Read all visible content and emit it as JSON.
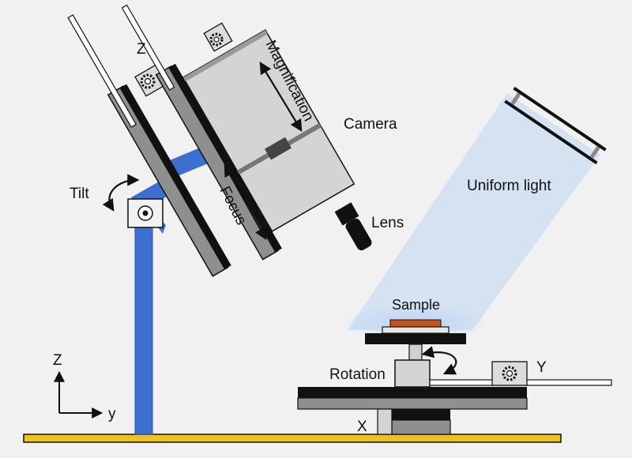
{
  "labels": {
    "z_top": "Z",
    "magnification": "Magnification",
    "camera": "Camera",
    "tilt": "Tilt",
    "focus": "Focus",
    "lens": "Lens",
    "uniform_light": "Uniform light",
    "sample": "Sample",
    "rotation": "Rotation",
    "y_stage": "Y",
    "x_stage": "X",
    "axis_z": "Z",
    "axis_y": "y"
  },
  "colors": {
    "background": "#f1f1f1",
    "arm_blue": "#3d6fd0",
    "base_bar": "#f0c21d",
    "light_beam": "#c9dcf1",
    "sample": "#c8541c",
    "rail_gray": "#8f8f8f",
    "camera_body": "#d4d4d4"
  },
  "icons": [
    "gear-icon",
    "tilt-pivot-icon",
    "curved-arrow-icon"
  ]
}
